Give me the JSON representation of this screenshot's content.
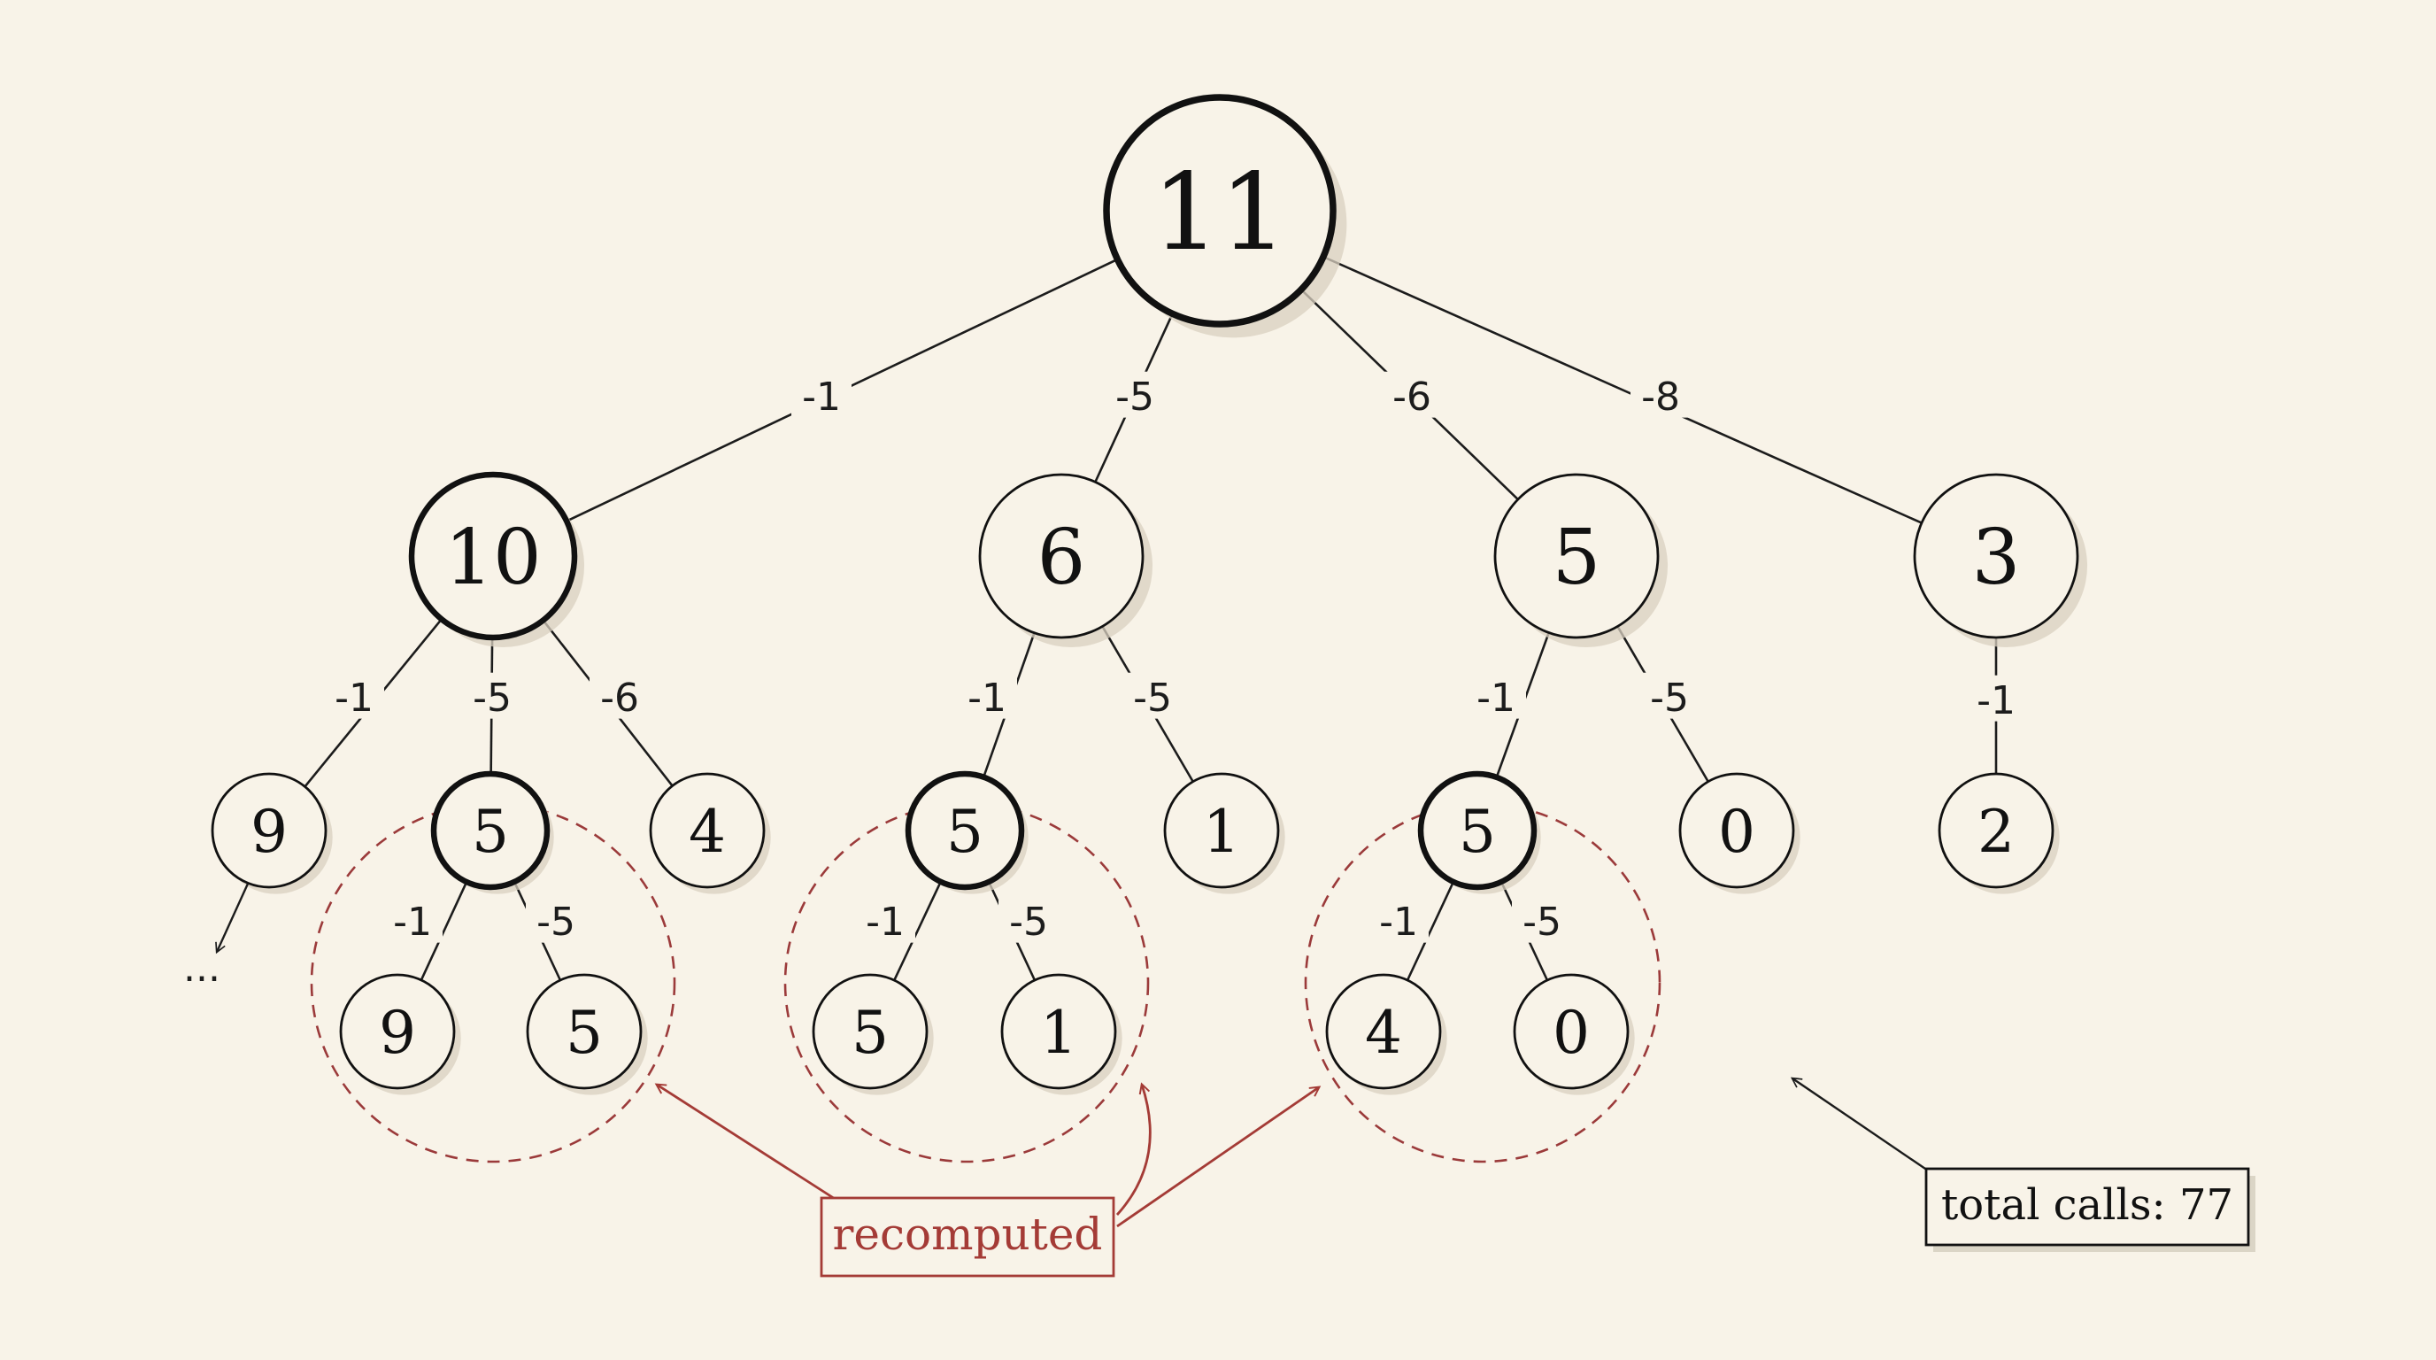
{
  "tree": {
    "nodes": [
      {
        "id": "n11",
        "value": "11",
        "emphasis": "root"
      },
      {
        "id": "n10",
        "value": "10",
        "emphasis": "strong"
      },
      {
        "id": "n6a",
        "value": "6",
        "emphasis": "normal"
      },
      {
        "id": "n5a",
        "value": "5",
        "emphasis": "normal"
      },
      {
        "id": "n3",
        "value": "3",
        "emphasis": "normal"
      },
      {
        "id": "n9a",
        "value": "9",
        "emphasis": "normal"
      },
      {
        "id": "n5b",
        "value": "5",
        "emphasis": "strong"
      },
      {
        "id": "n4a",
        "value": "4",
        "emphasis": "normal"
      },
      {
        "id": "n5c",
        "value": "5",
        "emphasis": "strong"
      },
      {
        "id": "n1a",
        "value": "1",
        "emphasis": "normal"
      },
      {
        "id": "n5d",
        "value": "5",
        "emphasis": "strong"
      },
      {
        "id": "n0a",
        "value": "0",
        "emphasis": "normal"
      },
      {
        "id": "n2",
        "value": "2",
        "emphasis": "normal"
      },
      {
        "id": "n9b",
        "value": "9",
        "emphasis": "normal"
      },
      {
        "id": "n5e",
        "value": "5",
        "emphasis": "normal"
      },
      {
        "id": "n5f",
        "value": "5",
        "emphasis": "normal"
      },
      {
        "id": "n1b",
        "value": "1",
        "emphasis": "normal"
      },
      {
        "id": "n4b",
        "value": "4",
        "emphasis": "normal"
      },
      {
        "id": "n0b",
        "value": "0",
        "emphasis": "normal"
      }
    ],
    "edges": [
      {
        "from": "n11",
        "to": "n10",
        "label": "-1"
      },
      {
        "from": "n11",
        "to": "n6a",
        "label": "-5"
      },
      {
        "from": "n11",
        "to": "n5a",
        "label": "-6"
      },
      {
        "from": "n11",
        "to": "n3",
        "label": "-8"
      },
      {
        "from": "n10",
        "to": "n9a",
        "label": "-1"
      },
      {
        "from": "n10",
        "to": "n5b",
        "label": "-5"
      },
      {
        "from": "n10",
        "to": "n4a",
        "label": "-6"
      },
      {
        "from": "n6a",
        "to": "n5c",
        "label": "-1"
      },
      {
        "from": "n6a",
        "to": "n1a",
        "label": "-5"
      },
      {
        "from": "n5a",
        "to": "n5d",
        "label": "-1"
      },
      {
        "from": "n5a",
        "to": "n0a",
        "label": "-5"
      },
      {
        "from": "n3",
        "to": "n2",
        "label": "-1"
      },
      {
        "from": "n5b",
        "to": "n9b",
        "label": "-1"
      },
      {
        "from": "n5b",
        "to": "n5e",
        "label": "-5"
      },
      {
        "from": "n5c",
        "to": "n5f",
        "label": "-1"
      },
      {
        "from": "n5c",
        "to": "n1b",
        "label": "-5"
      },
      {
        "from": "n5d",
        "to": "n4b",
        "label": "-1"
      },
      {
        "from": "n5d",
        "to": "n0b",
        "label": "-5"
      }
    ],
    "continuation": "..."
  },
  "recomputed_label": "recomputed",
  "total_calls_label": "total calls: 77",
  "colors": {
    "background": "#f8f3e8",
    "ink": "#111111",
    "highlight": "#a43b36"
  }
}
